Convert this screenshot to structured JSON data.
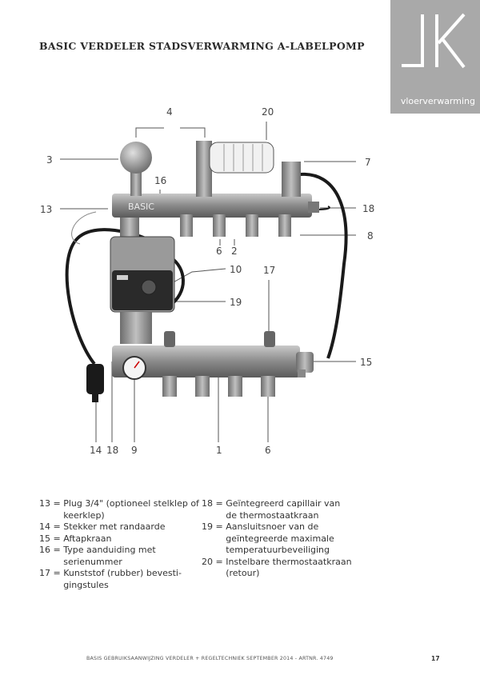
{
  "header": {
    "title": "BASIC VERDELER STADSVERWARMING A-LABELPOMP",
    "brand_label": "vloerverwarming",
    "brand_icon": "jk-logo"
  },
  "diagram": {
    "product_label": "BASIC",
    "callouts": [
      {
        "id": "c4",
        "text": "4"
      },
      {
        "id": "c20",
        "text": "20"
      },
      {
        "id": "c3",
        "text": "3"
      },
      {
        "id": "c16",
        "text": "16"
      },
      {
        "id": "c7",
        "text": "7"
      },
      {
        "id": "c13",
        "text": "13"
      },
      {
        "id": "c18r",
        "text": "18"
      },
      {
        "id": "c8",
        "text": "8"
      },
      {
        "id": "c6t",
        "text": "6"
      },
      {
        "id": "c2",
        "text": "2"
      },
      {
        "id": "c10",
        "text": "10"
      },
      {
        "id": "c17",
        "text": "17"
      },
      {
        "id": "c19",
        "text": "19"
      },
      {
        "id": "c15",
        "text": "15"
      },
      {
        "id": "c14",
        "text": "14"
      },
      {
        "id": "c18b",
        "text": "18"
      },
      {
        "id": "c9",
        "text": "9"
      },
      {
        "id": "c1",
        "text": "1"
      },
      {
        "id": "c6b",
        "text": "6"
      }
    ]
  },
  "legend": {
    "left": [
      {
        "num": "13 = ",
        "text": "Plug 3/4\" (optioneel stelklep of keerklep)"
      },
      {
        "num": "14 = ",
        "text": "Stekker met randaarde"
      },
      {
        "num": "15 = ",
        "text": "Aftapkraan"
      },
      {
        "num": "16 = ",
        "text": "Type aanduiding met serienummer"
      },
      {
        "num": "17 = ",
        "text": "Kunststof  (rubber) bevesti-gingstules"
      }
    ],
    "right": [
      {
        "num": "18 = ",
        "text": "Geïntegreerd capillair van de thermostaatkraan"
      },
      {
        "num": "19 = ",
        "text": "Aansluitsnoer van de geïntegreerde maximale temperatuurbeveiliging"
      },
      {
        "num": "20 = ",
        "text": "Instelbare thermostaatkraan (retour)"
      }
    ]
  },
  "footer": {
    "text": "BASIS GEBRUIKSAANWIJZING VERDELER + REGELTECHNIEK SEPTEMBER 2014 - ARTNR. 4749",
    "page": "17"
  }
}
